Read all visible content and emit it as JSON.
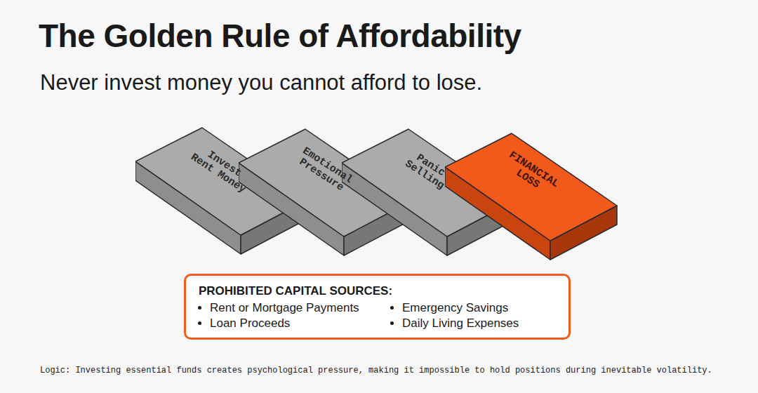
{
  "diagram": {
    "title": "The Golden Rule of Affordability",
    "nodes": [
      {
        "text": [
          "Invest Rent Money"
        ]
      },
      {
        "text": [
          "Emotional Pressure"
        ]
      },
      {
        "text": [
          "Panic Selling"
        ]
      },
      {
        "text": [
          "FINANCIAL LOSS"
        ]
      },
      {
        "text": [
          "PROHIBITED CAPITAL SOURCES:",
          "Rent or Mortgage Payments",
          "Emergency Savings",
          "Loan Proceeds",
          "Daily Living Expenses"
        ]
      }
    ],
    "labels": [
      "Never invest money you cannot afford to lose.",
      "Logic: Investing essential funds creates psychological pressure, making it impossible to hold positions during inevitable volatility."
    ]
  }
}
